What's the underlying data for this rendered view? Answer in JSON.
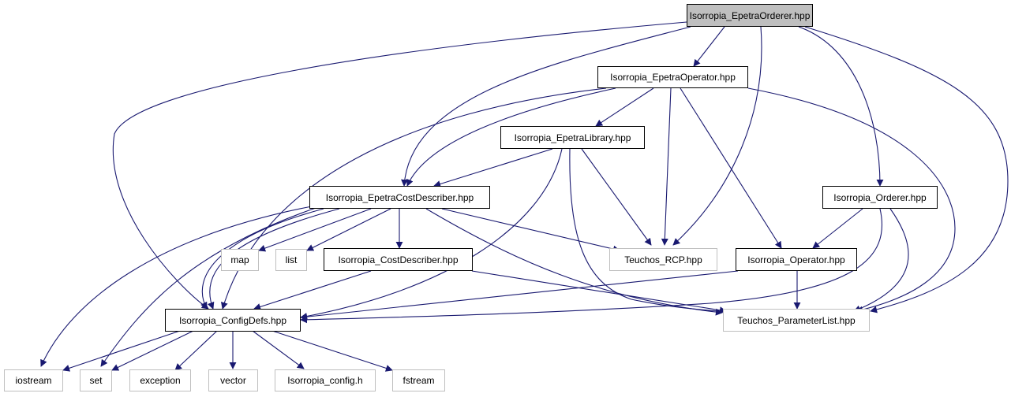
{
  "diagram": {
    "edge_color": "#191970",
    "root_fill": "#bfbfbf",
    "external_border": "#bfbfbf",
    "nodes": {
      "eo": {
        "label": "Isorropia_EpetraOrderer.hpp",
        "kind": "root"
      },
      "eop": {
        "label": "Isorropia_EpetraOperator.hpp",
        "kind": "local"
      },
      "el": {
        "label": "Isorropia_EpetraLibrary.hpp",
        "kind": "local"
      },
      "ecd": {
        "label": "Isorropia_EpetraCostDescriber.hpp",
        "kind": "local"
      },
      "ord": {
        "label": "Isorropia_Orderer.hpp",
        "kind": "local"
      },
      "map": {
        "label": "map",
        "kind": "external"
      },
      "list": {
        "label": "list",
        "kind": "external"
      },
      "cd": {
        "label": "Isorropia_CostDescriber.hpp",
        "kind": "local"
      },
      "rcp": {
        "label": "Teuchos_RCP.hpp",
        "kind": "external"
      },
      "op": {
        "label": "Isorropia_Operator.hpp",
        "kind": "local"
      },
      "cdefs": {
        "label": "Isorropia_ConfigDefs.hpp",
        "kind": "local"
      },
      "pl": {
        "label": "Teuchos_ParameterList.hpp",
        "kind": "external"
      },
      "ios": {
        "label": "iostream",
        "kind": "external"
      },
      "set": {
        "label": "set",
        "kind": "external"
      },
      "exc": {
        "label": "exception",
        "kind": "external"
      },
      "vec": {
        "label": "vector",
        "kind": "external"
      },
      "icfg": {
        "label": "Isorropia_config.h",
        "kind": "external"
      },
      "fst": {
        "label": "fstream",
        "kind": "external"
      }
    }
  }
}
